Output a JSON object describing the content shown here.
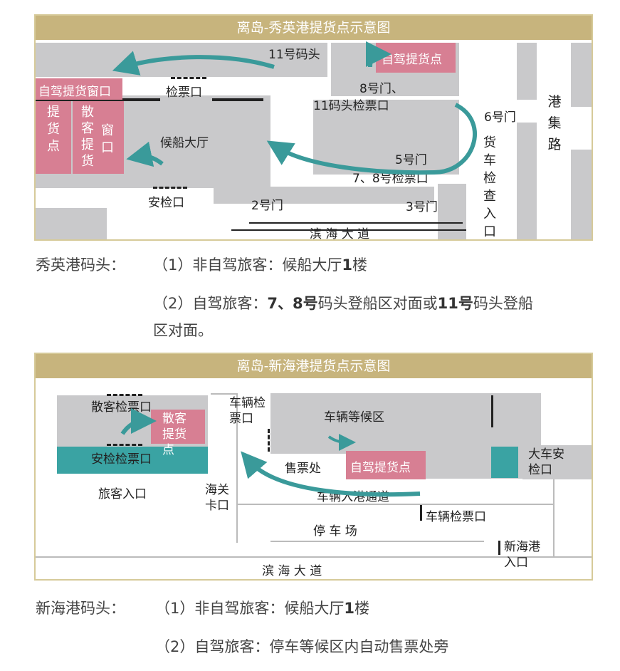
{
  "map1": {
    "title": "离岛-秀英港提货点示意图",
    "labels": {
      "pier11": "11号码头",
      "self_drive_point": "自驾提货点",
      "gate8": "8号门、",
      "pier11_ticket": "11码头检票口",
      "gate6": "6号门",
      "gangji_road": "港集路",
      "self_drive_window": "自驾提货窗口",
      "ticket_gate": "检票口",
      "pickup_point": "提货点",
      "individual_pickup": "散客提货",
      "window": "窗口",
      "waiting_hall": "候船大厅",
      "gate5": "5号门",
      "gate78_ticket": "7、8号检票口",
      "truck_check": "货车检查入口",
      "security": "安检口",
      "gate2": "2号门",
      "gate3": "3号门",
      "binhai_road": "滨 海 大 道"
    }
  },
  "caption1": {
    "port": "秀英港码头：",
    "line1_prefix": "（1）非自驾旅客：候船大厅",
    "line1_bold": "1",
    "line1_suffix": "楼",
    "line2_a": "（2）自驾旅客：",
    "line2_b": "7、8号",
    "line2_c": "码头登船区对面或",
    "line2_d": "11号",
    "line2_e": "码头登船",
    "line3": "区对面。"
  },
  "map2": {
    "title": "离岛-新海港提货点示意图",
    "labels": {
      "individual_ticket": "散客检票口",
      "individual_pickup": "散客提货点",
      "security_ticket": "安检检票口",
      "passenger_entrance": "旅客入口",
      "vehicle_ticket_top": "车辆检票口",
      "vehicle_waiting": "车辆等候区",
      "ticket_office": "售票处",
      "self_drive_point": "自驾提货点",
      "big_car_security": "大车安检口",
      "customs": "海关卡口",
      "vehicle_channel": "车辆入港通道",
      "vehicle_ticket": "车辆检票口",
      "parking": "停 车 场",
      "xinhai_entrance": "新海港入口",
      "binhai_road": "滨 海 大 道"
    }
  },
  "caption2": {
    "port": "新海港码头：",
    "line1_prefix": "（1）非自驾旅客：候船大厅",
    "line1_bold": "1",
    "line1_suffix": "楼",
    "line2": "（2）自驾旅客：停车等候区内自动售票处旁"
  },
  "colors": {
    "gold": "#c7b47d",
    "pink": "#d77f93",
    "teal": "#3aa3a3",
    "gray": "#c9c9cb"
  }
}
